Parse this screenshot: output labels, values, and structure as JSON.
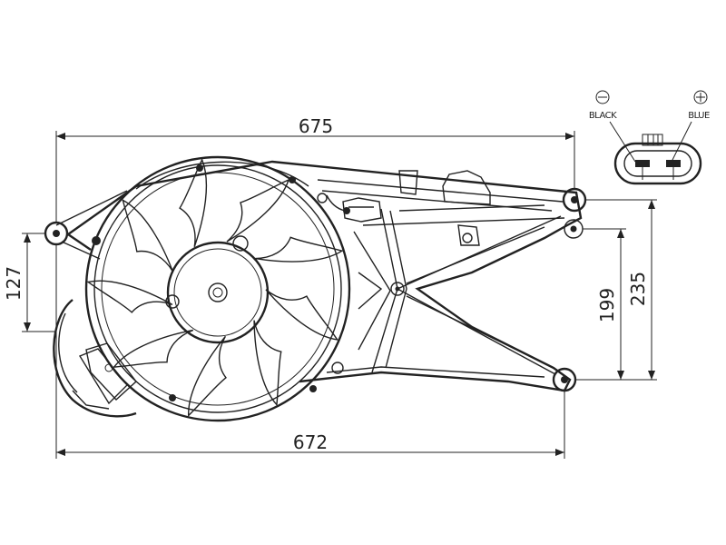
{
  "dimensions": {
    "top_width": "675",
    "bottom_width": "672",
    "left_height": "127",
    "mid_height": "199",
    "right_height": "235"
  },
  "connector": {
    "negative_symbol": "⊖",
    "positive_symbol": "⊕",
    "negative_label": "BLACK",
    "positive_label": "BLUE"
  }
}
